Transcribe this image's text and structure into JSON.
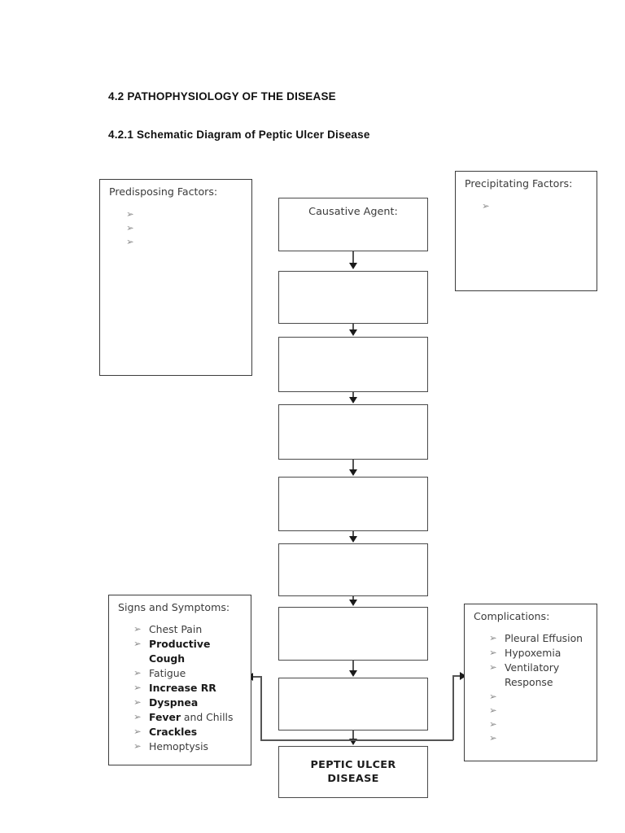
{
  "document": {
    "heading_main": "4.2 PATHOPHYSIOLOGY OF THE DISEASE",
    "heading_sub": "4.2.1 Schematic Diagram of Peptic Ulcer Disease",
    "bullet_glyph": "➢"
  },
  "predisposing": {
    "title": "Predisposing Factors:",
    "items": [
      "",
      "",
      ""
    ]
  },
  "precipitating": {
    "title": "Precipitating Factors:",
    "items": [
      ""
    ]
  },
  "flow": {
    "boxes": [
      {
        "label": "Causative Agent:",
        "bold": false
      },
      {
        "label": "",
        "bold": false
      },
      {
        "label": "",
        "bold": false
      },
      {
        "label": "",
        "bold": false
      },
      {
        "label": "",
        "bold": false
      },
      {
        "label": "",
        "bold": false
      },
      {
        "label": "",
        "bold": false
      },
      {
        "label": "",
        "bold": false
      }
    ],
    "outcome": {
      "label": "PEPTIC ULCER DISEASE",
      "bold": true
    }
  },
  "signs": {
    "title": "Signs and Symptoms:",
    "items": [
      {
        "bold": "",
        "plain": "Chest Pain"
      },
      {
        "bold": "Productive Cough",
        "plain": ""
      },
      {
        "bold": "",
        "plain": "Fatigue"
      },
      {
        "bold": "Increase RR",
        "plain": ""
      },
      {
        "bold": "Dyspnea",
        "plain": ""
      },
      {
        "bold": "Fever",
        "plain": " and Chills"
      },
      {
        "bold": "Crackles",
        "plain": ""
      },
      {
        "bold": "",
        "plain": "Hemoptysis"
      }
    ]
  },
  "complications": {
    "title": "Complications:",
    "items": [
      {
        "bold": "",
        "plain": "Pleural Effusion"
      },
      {
        "bold": "",
        "plain": "Hypoxemia"
      },
      {
        "bold": "",
        "plain": "Ventilatory Response"
      },
      {
        "bold": "",
        "plain": ""
      },
      {
        "bold": "",
        "plain": ""
      },
      {
        "bold": "",
        "plain": ""
      },
      {
        "bold": "",
        "plain": ""
      }
    ]
  },
  "colors": {
    "box_border": "#3c3c3c",
    "connector": "#555555",
    "text": "#3b3b3b",
    "bullet": "#8a8a8a",
    "background": "#ffffff"
  }
}
